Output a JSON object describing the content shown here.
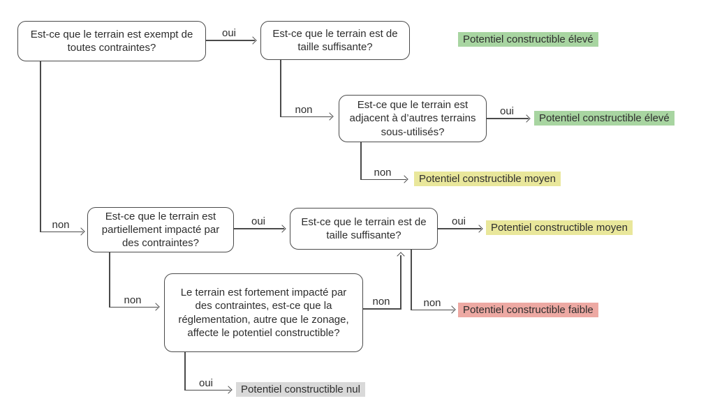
{
  "diagram": {
    "type": "decision-tree",
    "language": "fr",
    "nodes": {
      "q1": {
        "label": "Est-ce que le terrain est exempt de toutes contraintes?"
      },
      "q2": {
        "label": "Est-ce que le terrain est de taille suffisante?"
      },
      "q3": {
        "label": "Est-ce que le terrain est adjacent à d’autres terrains sous-utilisés?"
      },
      "q4": {
        "label": "Est-ce que le terrain est partiellement impacté par des contraintes?"
      },
      "q5": {
        "label": "Est-ce que le terrain est de taille suffisante?"
      },
      "q6": {
        "label": "Le terrain est fortement impacté par des contraintes, est-ce que la réglementation, autre que le zonage, affecte le potentiel constructible?"
      }
    },
    "edges": {
      "e1": {
        "label": "oui",
        "from": "q1",
        "to": "q2"
      },
      "e2": {
        "label": "non",
        "from": "q1",
        "to": "q4"
      },
      "e3": {
        "label": "non",
        "from": "q2",
        "to": "q3"
      },
      "e4": {
        "label": "oui",
        "from": "q3",
        "to": "r2"
      },
      "e5": {
        "label": "non",
        "from": "q3",
        "to": "r3"
      },
      "e6": {
        "label": "oui",
        "from": "q4",
        "to": "q5"
      },
      "e7": {
        "label": "non",
        "from": "q4",
        "to": "q6"
      },
      "e8": {
        "label": "oui",
        "from": "q5",
        "to": "r4"
      },
      "e9": {
        "label": "non",
        "from": "q6",
        "to": "q5"
      },
      "e10": {
        "label": "non",
        "from": "q5",
        "to": "r5"
      },
      "e11": {
        "label": "oui",
        "from": "q6",
        "to": "r6"
      },
      "e12": {
        "label": "oui",
        "from": "q2",
        "to": "r1"
      }
    },
    "results": {
      "r1": {
        "label": "Potentiel constructible élevé",
        "color": "#a8d5a1"
      },
      "r2": {
        "label": "Potentiel constructible élevé",
        "color": "#a8d5a1"
      },
      "r3": {
        "label": "Potentiel constructible moyen",
        "color": "#e9e79b"
      },
      "r4": {
        "label": "Potentiel constructible moyen",
        "color": "#e9e79b"
      },
      "r5": {
        "label": "Potentiel constructible faible",
        "color": "#eda9a3"
      },
      "r6": {
        "label": "Potentiel constructible nul",
        "color": "#d9d9d9"
      }
    },
    "colors": {
      "high": "#a8d5a1",
      "medium": "#e9e79b",
      "low": "#eda9a3",
      "none": "#d9d9d9",
      "line": "#4a4a4a",
      "text": "#2d2d2d",
      "background": "#ffffff"
    }
  }
}
